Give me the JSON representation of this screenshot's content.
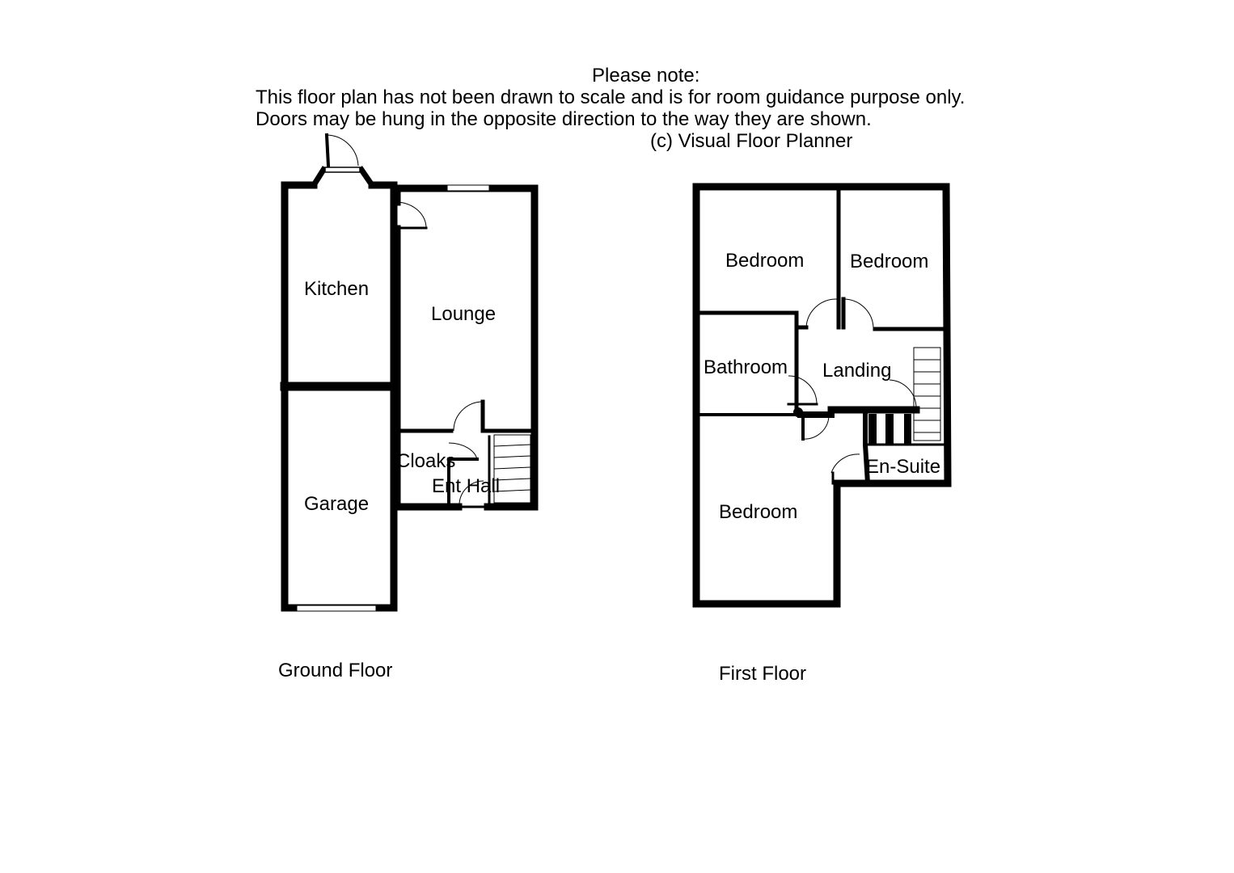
{
  "notice": {
    "heading": "Please note:",
    "line1": "This floor plan has not been drawn to scale and is for room guidance purpose only.",
    "line2": "Doors may be hung in the opposite direction to the way they are shown.",
    "credit": "(c) Visual Floor Planner"
  },
  "ground_floor": {
    "title": "Ground Floor",
    "rooms": [
      "Kitchen",
      "Lounge",
      "Garage",
      "Cloaks",
      "Ent Hall"
    ]
  },
  "first_floor": {
    "title": "First Floor",
    "rooms": [
      "Bedroom",
      "Bedroom",
      "Bathroom",
      "Landing",
      "En-Suite",
      "Bedroom"
    ]
  }
}
